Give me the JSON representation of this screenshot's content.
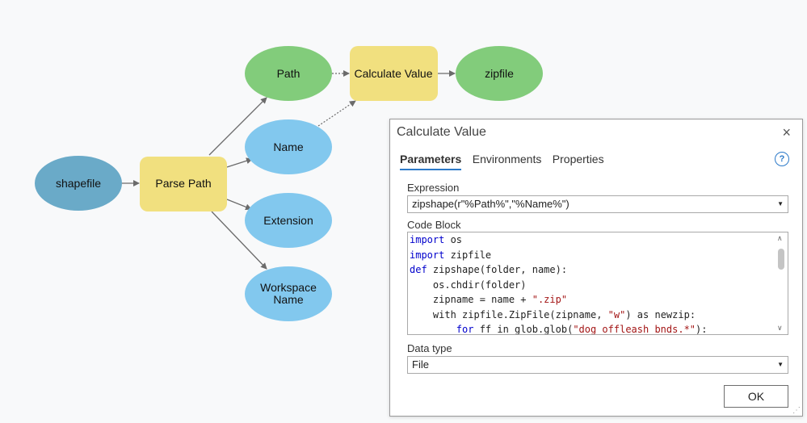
{
  "diagram": {
    "nodes": {
      "shapefile": "shapefile",
      "parse_path": "Parse Path",
      "path": "Path",
      "name": "Name",
      "extension": "Extension",
      "workspace_name_1": "Workspace",
      "workspace_name_2": "Name",
      "calculate_value": "Calculate Value",
      "zipfile": "zipfile"
    },
    "colors": {
      "input_blue": "#6aaac8",
      "tool_yellow": "#f1e07f",
      "output_green": "#82cc7b",
      "derived_blue": "#82c8ee"
    }
  },
  "dialog": {
    "title": "Calculate Value",
    "close_icon": "×",
    "tabs": [
      "Parameters",
      "Environments",
      "Properties"
    ],
    "help_icon": "?",
    "expression_label": "Expression",
    "expression_value": "zipshape(r\"%Path%\",\"%Name%\")",
    "code_block_label": "Code Block",
    "code_lines": [
      {
        "indent": "",
        "kw": "import",
        "rest": " os",
        "str": "",
        "tail": ""
      },
      {
        "indent": "",
        "kw": "import",
        "rest": " zipfile",
        "str": "",
        "tail": ""
      },
      {
        "indent": "",
        "kw": "def",
        "rest": " zipshape(folder, name):",
        "str": "",
        "tail": ""
      },
      {
        "indent": "    ",
        "kw": "",
        "rest": "os.chdir(folder)",
        "str": "",
        "tail": ""
      },
      {
        "indent": "    ",
        "kw": "",
        "rest": "zipname = name + ",
        "str": "\".zip\"",
        "tail": ""
      },
      {
        "indent": "    ",
        "kw": "",
        "rest": "with zipfile.ZipFile(zipname, ",
        "str": "\"w\"",
        "tail": ") as newzip:"
      },
      {
        "indent": "        ",
        "kw": "for",
        "rest": " ff in glob.glob(",
        "str": "\"dog_offleash_bnds.*\"",
        "tail": "):"
      }
    ],
    "data_type_label": "Data type",
    "data_type_value": "File",
    "ok_label": "OK",
    "resize_grip": "⋰"
  }
}
